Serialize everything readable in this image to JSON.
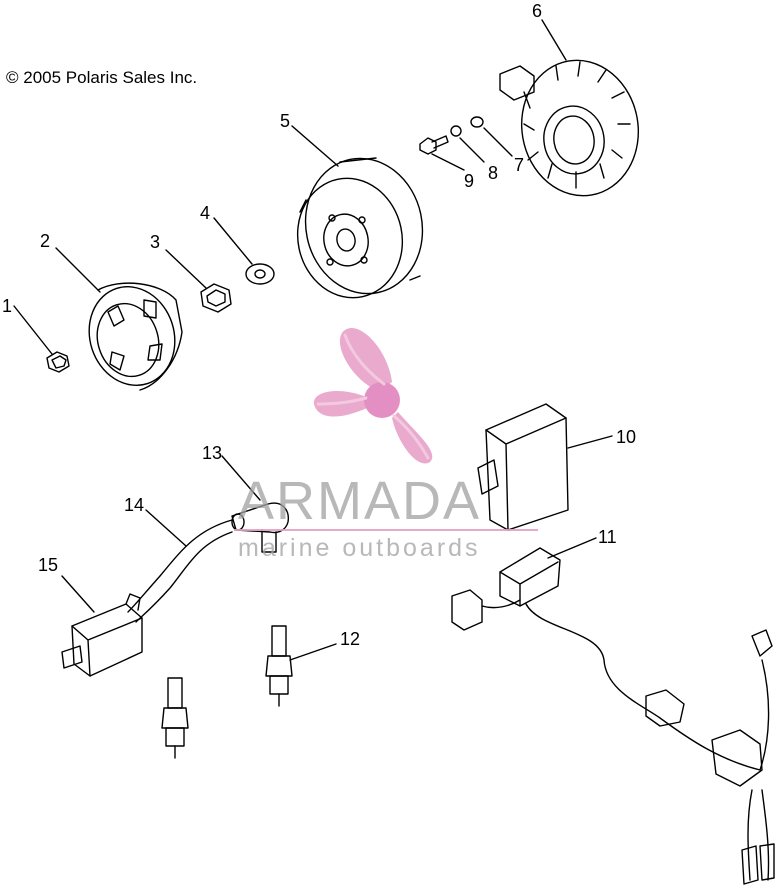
{
  "copyright": "© 2005 Polaris Sales Inc.",
  "callouts": [
    {
      "id": "1",
      "label": "1"
    },
    {
      "id": "2",
      "label": "2"
    },
    {
      "id": "3",
      "label": "3"
    },
    {
      "id": "4",
      "label": "4"
    },
    {
      "id": "5",
      "label": "5"
    },
    {
      "id": "6",
      "label": "6"
    },
    {
      "id": "7",
      "label": "7"
    },
    {
      "id": "8",
      "label": "8"
    },
    {
      "id": "9",
      "label": "9"
    },
    {
      "id": "10",
      "label": "10"
    },
    {
      "id": "11",
      "label": "11"
    },
    {
      "id": "12",
      "label": "12"
    },
    {
      "id": "13",
      "label": "13"
    },
    {
      "id": "14",
      "label": "14"
    },
    {
      "id": "15",
      "label": "15"
    }
  ],
  "watermark": {
    "title": "ARMADA",
    "subtitle": "marine outboards",
    "logo_color": "#e8a6cc",
    "text_color": "#a0a0a0"
  }
}
